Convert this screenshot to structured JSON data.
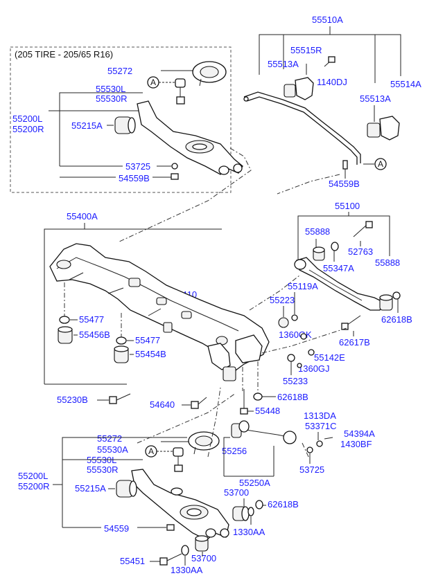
{
  "variant_note": "(205 TIRE - 205/65 R16)",
  "circle_ref": "A",
  "labels": {
    "l55510A": "55510A",
    "l55515R": "55515R",
    "l55513A_1": "55513A",
    "l1140DJ": "1140DJ",
    "l55514A": "55514A",
    "l55513A_2": "55513A",
    "l54559B_bar": "54559B",
    "l55272_top": "55272",
    "l55530L_top": "55530L",
    "l55530R_top": "55530R",
    "l55200L_top": "55200L",
    "l55200R_top": "55200R",
    "l55215A_top": "55215A",
    "l53725_top": "53725",
    "l54559B_top": "54559B",
    "l55400A": "55400A",
    "l55410": "55410",
    "l55477_1": "55477",
    "l55456B": "55456B",
    "l55477_2": "55477",
    "l55454B": "55454B",
    "l55100": "55100",
    "l55888_1": "55888",
    "l52763": "52763",
    "l55347A": "55347A",
    "l55888_2": "55888",
    "l55119A": "55119A",
    "l55223": "55223",
    "l1360GK": "1360GK",
    "l62617B": "62617B",
    "l62618B_1": "62618B",
    "l55142E": "55142E",
    "l1360GJ": "1360GJ",
    "l55233": "55233",
    "l55230B": "55230B",
    "l54640": "54640",
    "l62618B_2": "62618B",
    "l55448": "55448",
    "l1313DA": "1313DA",
    "l53371C": "53371C",
    "l54394A": "54394A",
    "l1430BF": "1430BF",
    "l55256": "55256",
    "l53725_mid": "53725",
    "l55250A": "55250A",
    "l55272_bot": "55272",
    "l55530A_bot": "55530A",
    "l55530L_bot": "55530L",
    "l55530R_bot": "55530R",
    "l55200L_bot": "55200L",
    "l55200R_bot": "55200R",
    "l55215A_bot": "55215A",
    "l53700_1": "53700",
    "l62618B_3": "62618B",
    "l1330AA_1": "1330AA",
    "l54559_bot": "54559",
    "l55451": "55451",
    "l53700_2": "53700",
    "l1330AA_2": "1330AA"
  }
}
